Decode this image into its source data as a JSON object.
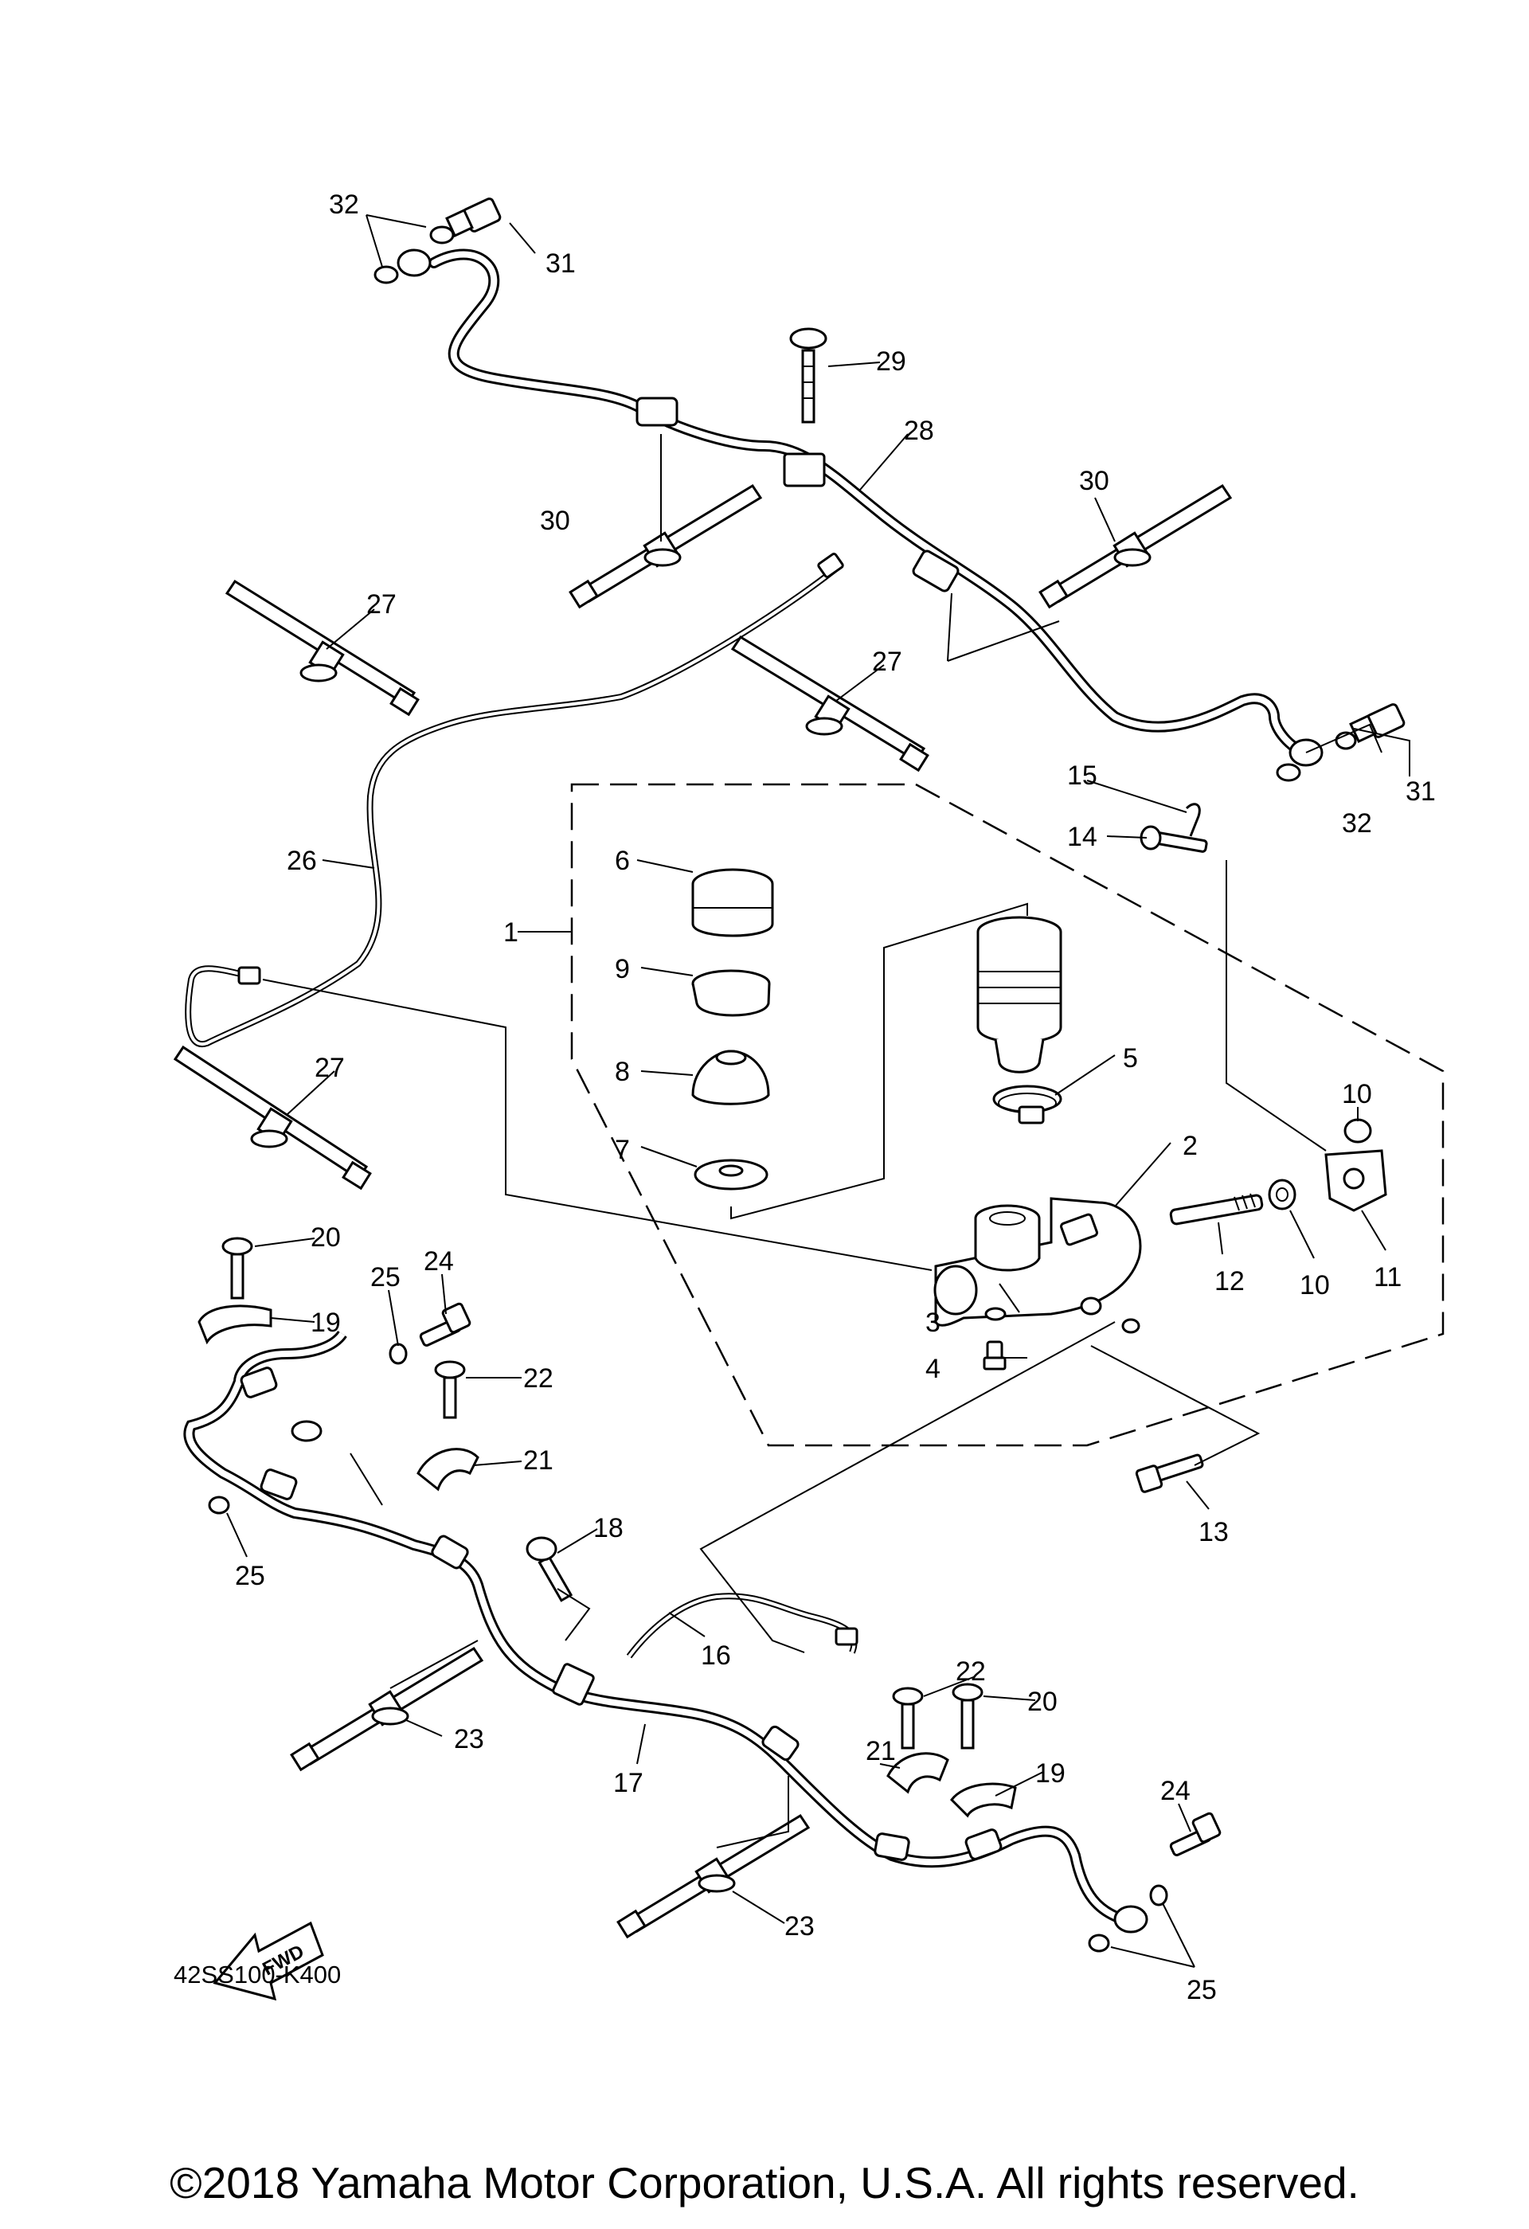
{
  "diagram": {
    "labels": [
      "1",
      "2",
      "3",
      "4",
      "5",
      "6",
      "7",
      "8",
      "9",
      "10",
      "10",
      "11",
      "12",
      "13",
      "14",
      "15",
      "16",
      "17",
      "18",
      "19",
      "19",
      "20",
      "20",
      "21",
      "21",
      "22",
      "22",
      "23",
      "23",
      "24",
      "24",
      "25",
      "25",
      "25",
      "26",
      "27",
      "27",
      "27",
      "28",
      "29",
      "30",
      "30",
      "31",
      "31",
      "32",
      "32"
    ],
    "drawing_code": "42SS100-K400",
    "fwd_label": "FWD",
    "copyright": "©2018 Yamaha Motor Corporation, U.S.A. All rights reserved."
  }
}
